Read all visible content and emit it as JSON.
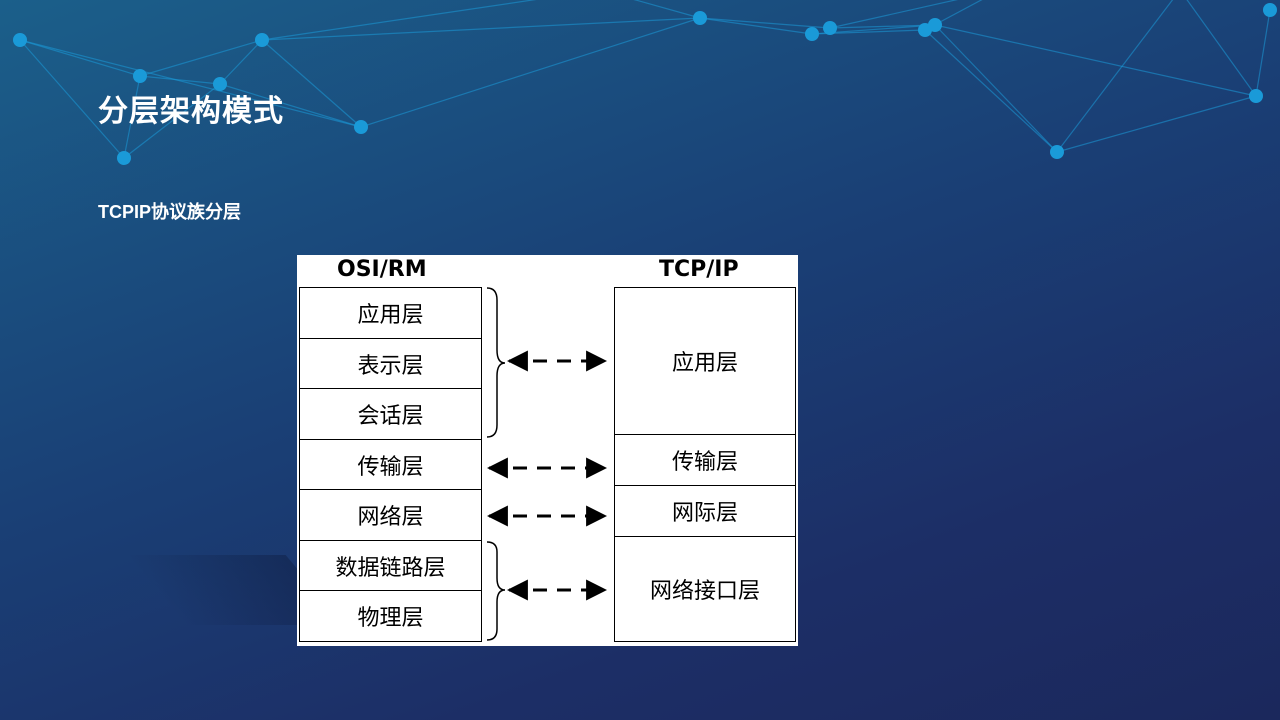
{
  "slide": {
    "title": "分层架构模式",
    "subtitle": "TCPIP协议族分层"
  },
  "diagram": {
    "left_header": "OSI/RM",
    "right_header": "TCP/IP",
    "osi_layers": [
      "应用层",
      "表示层",
      "会话层",
      "传输层",
      "网络层",
      "数据链路层",
      "物理层"
    ],
    "tcpip_layers": [
      "应用层",
      "传输层",
      "网际层",
      "网络接口层"
    ],
    "mappings": [
      {
        "osi": [
          0,
          2
        ],
        "tcpip": 0
      },
      {
        "osi": [
          3,
          3
        ],
        "tcpip": 1
      },
      {
        "osi": [
          4,
          4
        ],
        "tcpip": 2
      },
      {
        "osi": [
          5,
          6
        ],
        "tcpip": 3
      }
    ]
  },
  "colors": {
    "background_start": "#1b5f8a",
    "background_end": "#1b285c",
    "network_node": "#1a9ad8",
    "text": "#ffffff"
  }
}
